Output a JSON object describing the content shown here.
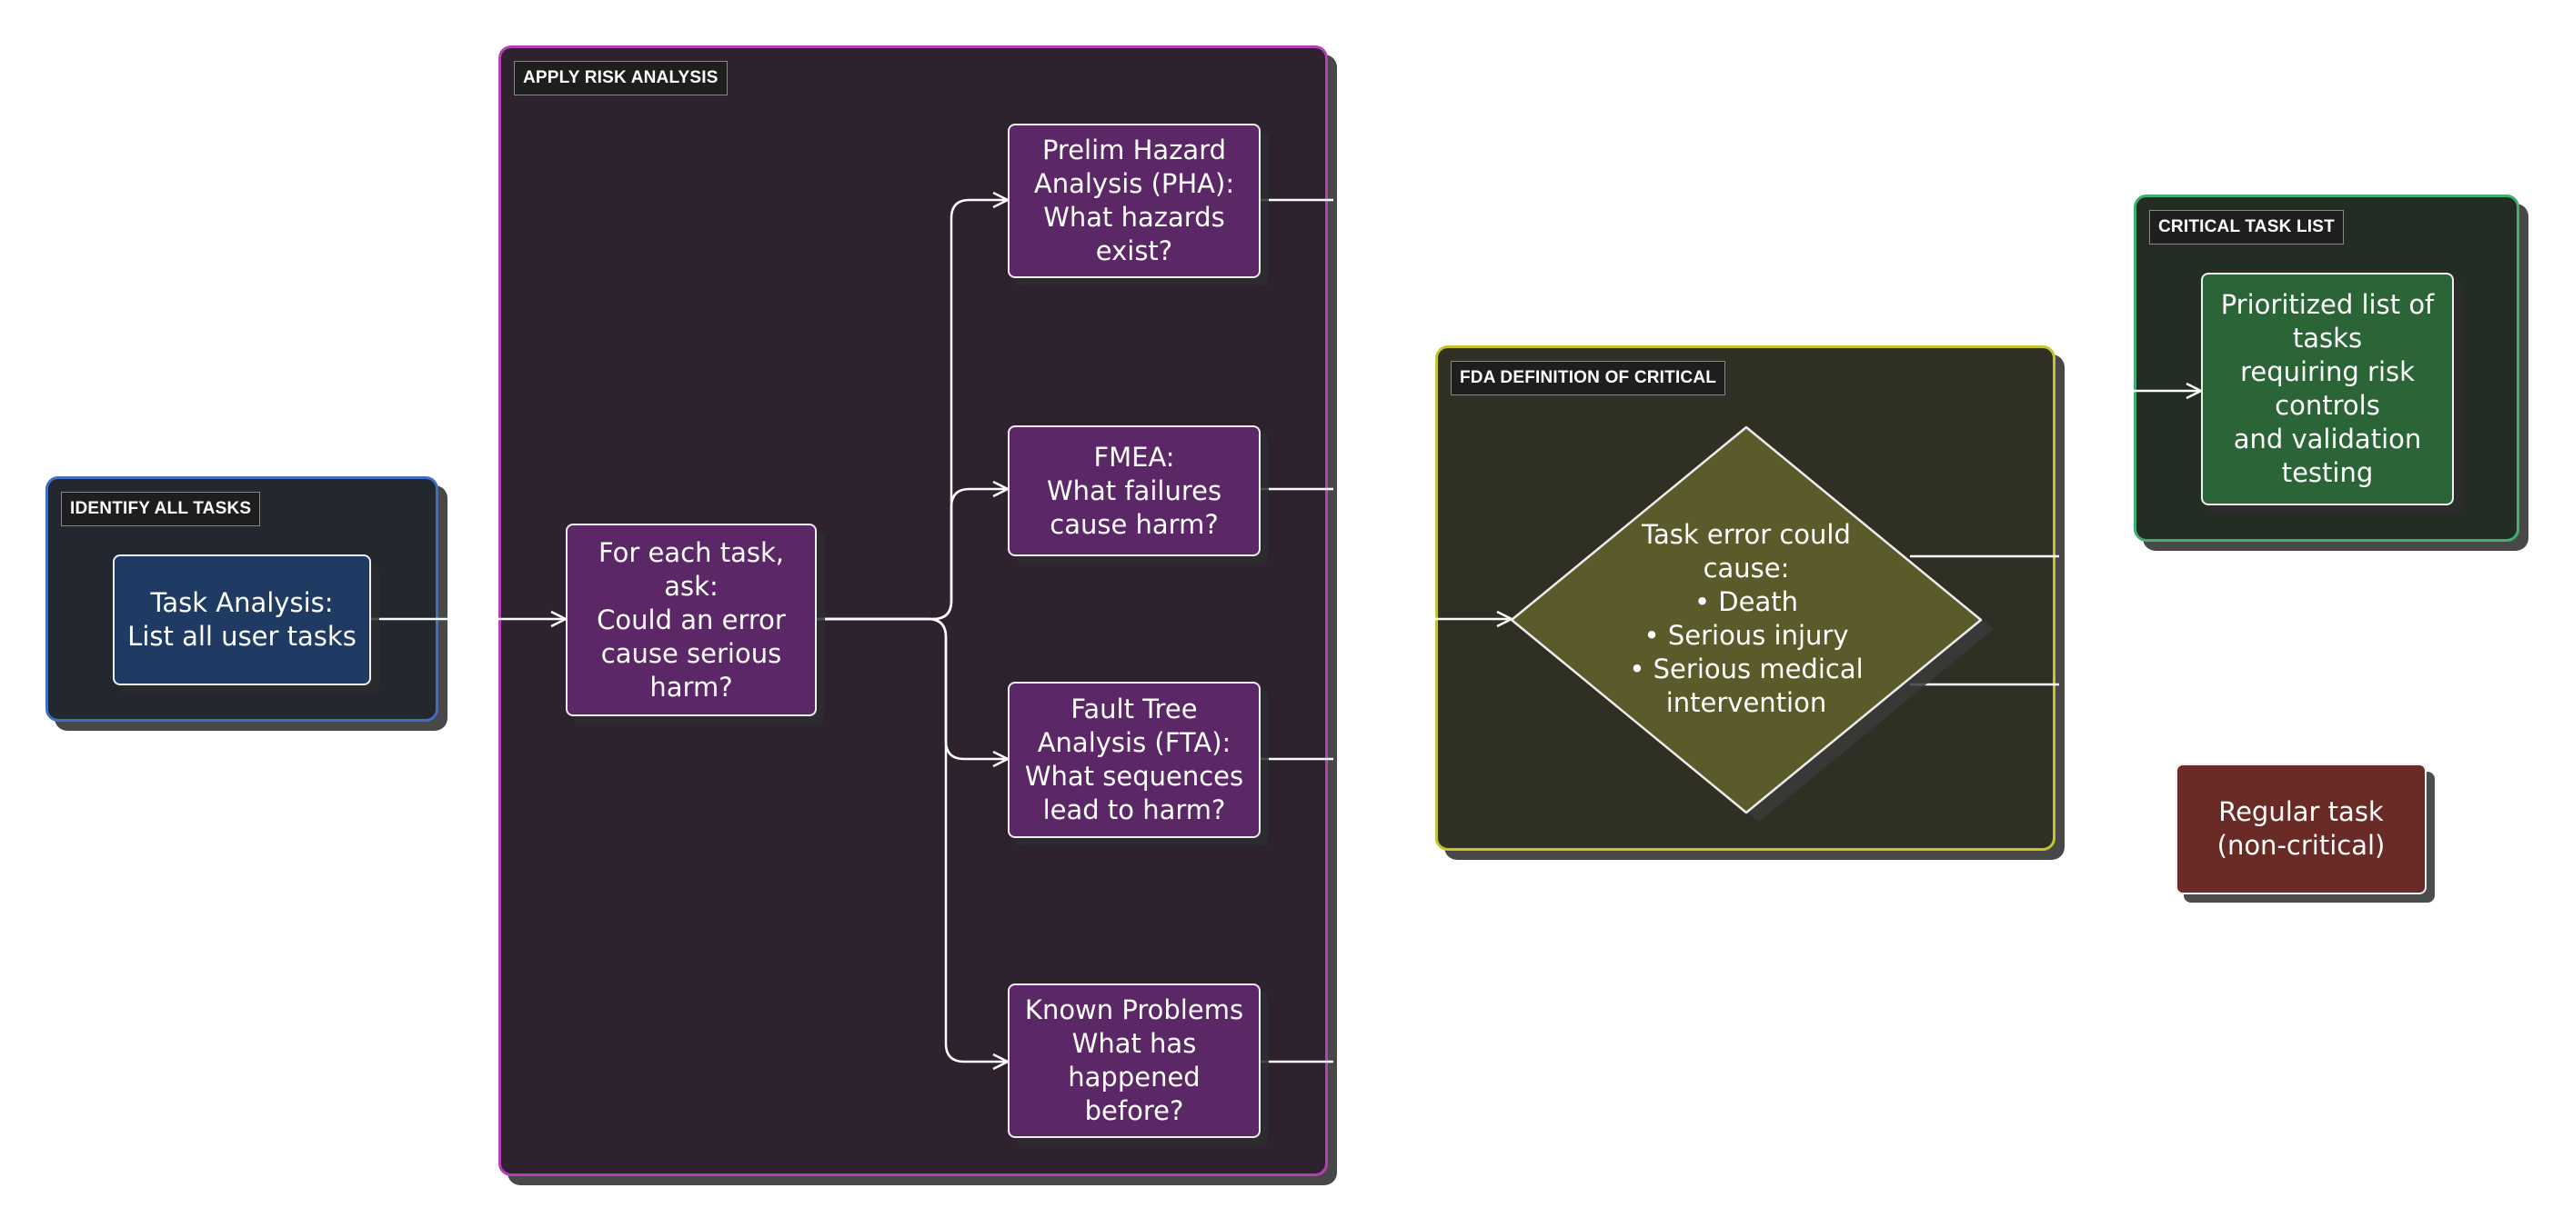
{
  "clusters": {
    "identify": {
      "label": "IDENTIFY ALL TASKS",
      "color": "#3f6fc0",
      "fill": "#23272f"
    },
    "risk": {
      "label": "APPLY RISK ANALYSIS",
      "color": "#b43fb6",
      "fill": "#2d222e"
    },
    "fda": {
      "label": "FDA DEFINITION OF CRITICAL",
      "color": "#c6c42c",
      "fill": "#2f2f24"
    },
    "critical": {
      "label": "CRITICAL TASK LIST",
      "color": "#3fb070",
      "fill": "#232d24"
    }
  },
  "nodes": {
    "task_analysis": "Task Analysis:\nList all user tasks",
    "for_each_task": "For each task,\nask:\nCould an error\ncause serious\nharm?",
    "pha": "Prelim Hazard\nAnalysis (PHA):\nWhat hazards\nexist?",
    "fmea": "FMEA:\nWhat failures\ncause harm?",
    "fta": "Fault Tree\nAnalysis (FTA):\nWhat sequences\nlead to harm?",
    "known": "Known Problems\nWhat has\nhappened\nbefore?",
    "decision": "Task error could\ncause:\n• Death\n• Serious injury\n• Serious medical\nintervention",
    "prioritized": "Prioritized list of\ntasks\nrequiring risk\ncontrols\nand validation\ntesting",
    "regular": "Regular task\n(non-critical)"
  },
  "colors": {
    "blue_node": "#1f3a63",
    "purple_node": "#5c2766",
    "olive_node": "#5a5a2a",
    "green_node": "#2b6436",
    "red_node": "#6a2a26",
    "edge": "#ffffff"
  }
}
